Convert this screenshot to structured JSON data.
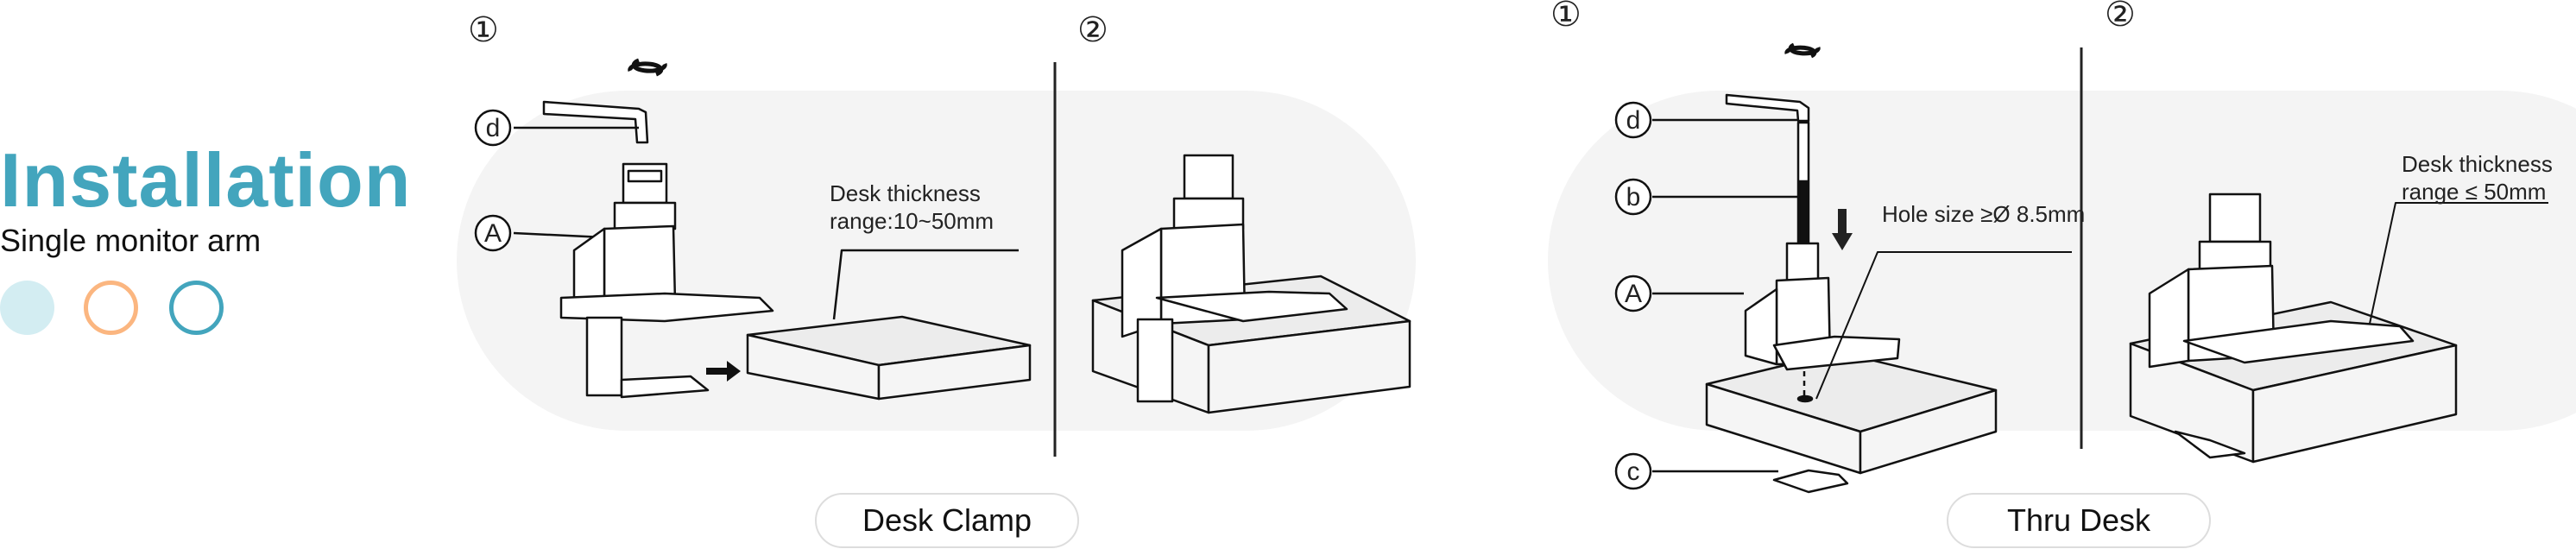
{
  "header": {
    "title": "Installation",
    "subtitle": "Single monitor arm",
    "accent_color": "#43a5bd",
    "dots": [
      {
        "style": "filled",
        "color": "#d3edf2"
      },
      {
        "style": "outline",
        "color": "#fbb680"
      },
      {
        "style": "outline",
        "color": "#43a5bd"
      }
    ]
  },
  "desk_clamp": {
    "label": "Desk Clamp",
    "step1": "①",
    "step2": "②",
    "part_labels": [
      "d",
      "A"
    ],
    "note_line1": "Desk thickness",
    "note_line2": "range:10~50mm"
  },
  "thru_desk": {
    "label": "Thru Desk",
    "step1": "①",
    "step2": "②",
    "part_labels": [
      "d",
      "b",
      "A",
      "c"
    ],
    "hole_note": "Hole size ≥Ø 8.5mm",
    "note_line1": "Desk thickness",
    "note_line2": "range ≤ 50mm"
  }
}
